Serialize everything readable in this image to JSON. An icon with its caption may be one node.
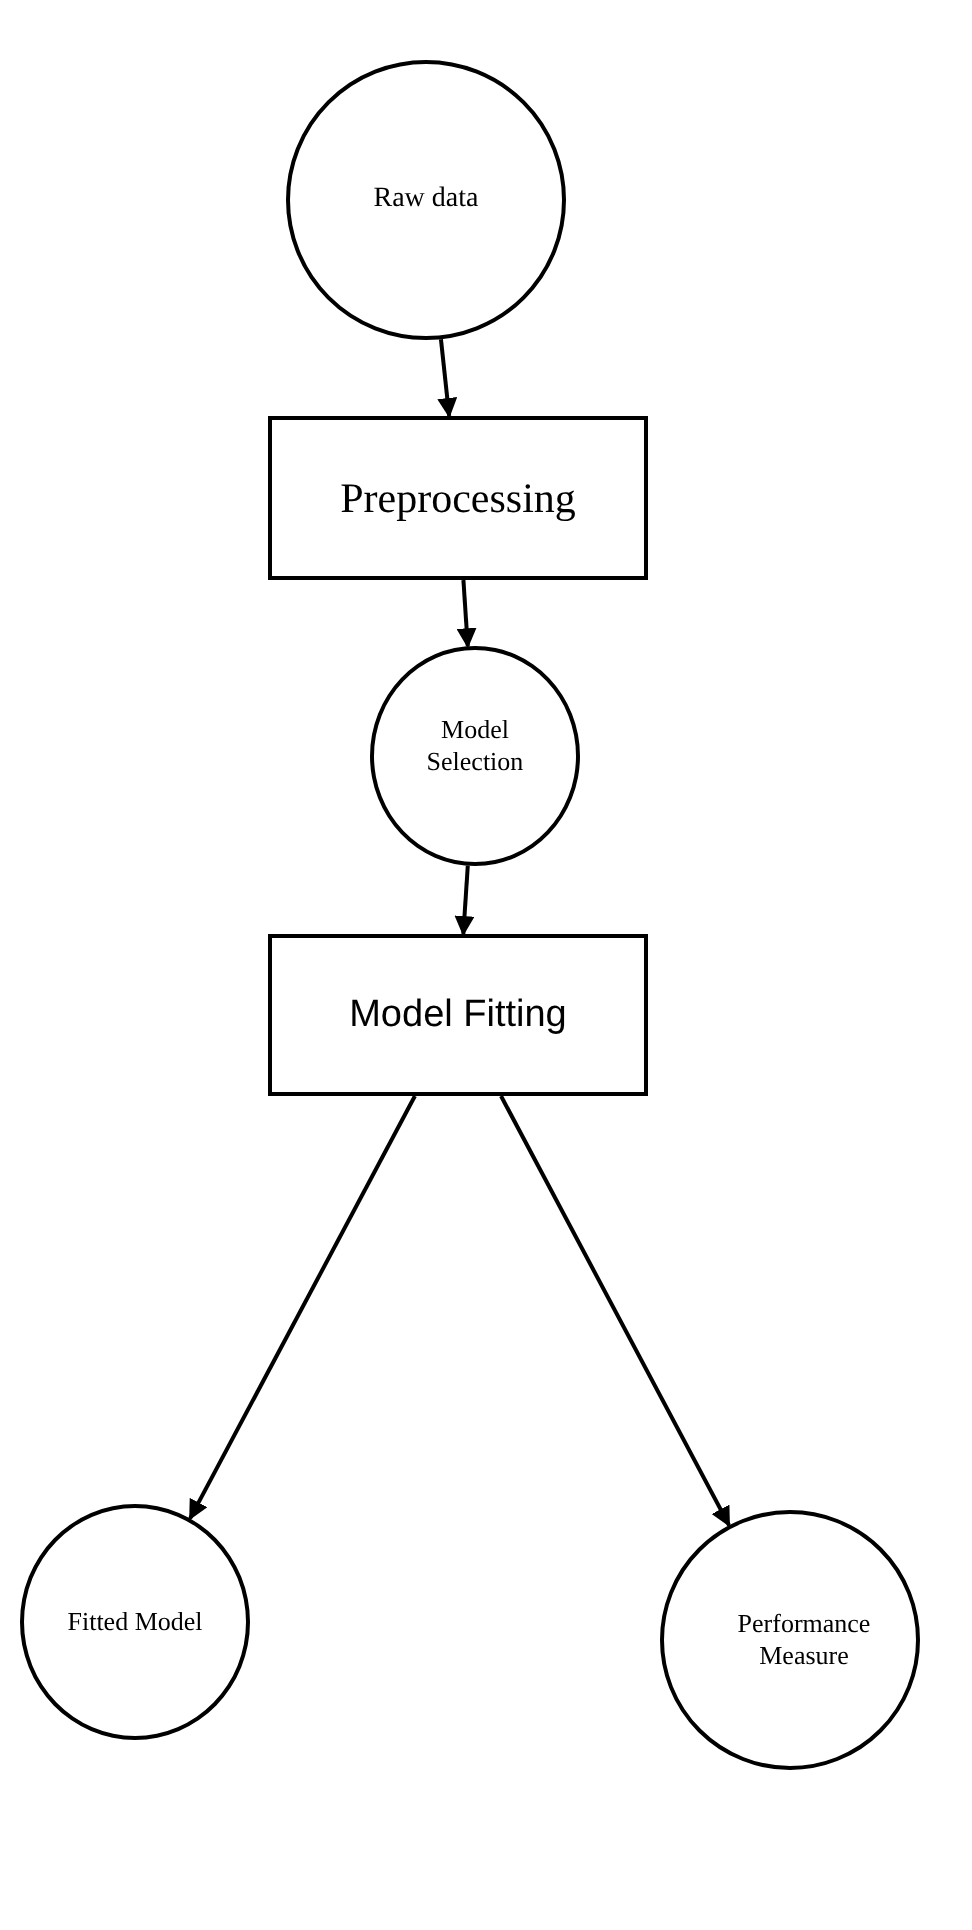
{
  "diagram": {
    "nodes": [
      {
        "text": [
          "Raw data"
        ]
      },
      {
        "text": [
          "Preprocessing"
        ]
      },
      {
        "text": [
          "Model Selection"
        ]
      },
      {
        "text": [
          "Model Fitting"
        ]
      },
      {
        "text": [
          "Fitted Model"
        ]
      },
      {
        "text": [
          "Performance Measure"
        ]
      }
    ],
    "edges": [
      {
        "from": 0,
        "to": 1,
        "arrow": "to"
      },
      {
        "from": 1,
        "to": 2,
        "arrow": "to"
      },
      {
        "from": 2,
        "to": 3,
        "arrow": "to"
      },
      {
        "from": 3,
        "to": 4,
        "arrow": "to"
      },
      {
        "from": 3,
        "to": 5,
        "arrow": "to"
      }
    ]
  }
}
